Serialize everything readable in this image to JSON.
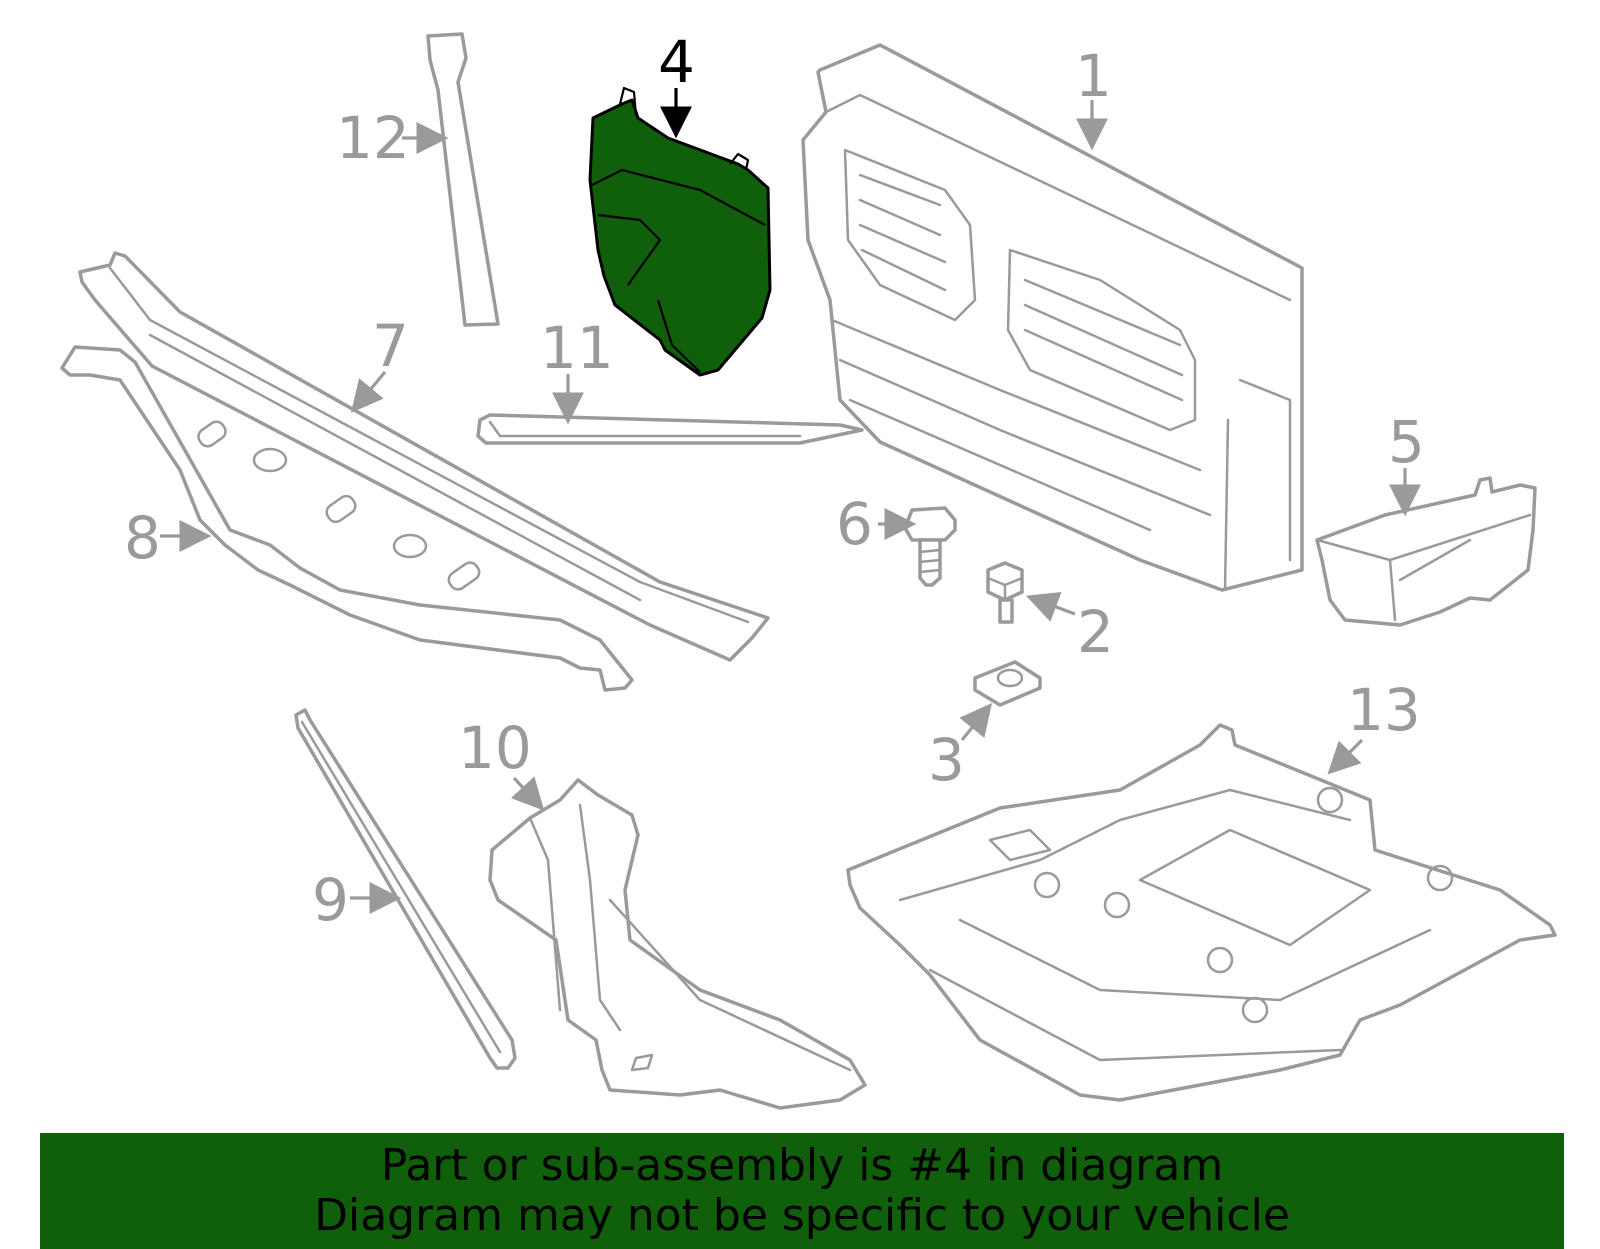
{
  "callouts": {
    "c1": "1",
    "c2": "2",
    "c3": "3",
    "c4": "4",
    "c5": "5",
    "c6": "6",
    "c7": "7",
    "c8": "8",
    "c9": "9",
    "c10": "10",
    "c11": "11",
    "c12": "12",
    "c13": "13"
  },
  "highlight": {
    "part": "4",
    "color": "#0f5f0b"
  },
  "banner": {
    "line1": "Part or sub-assembly is #4 in diagram",
    "line2": "Diagram may not be specific to your vehicle"
  }
}
